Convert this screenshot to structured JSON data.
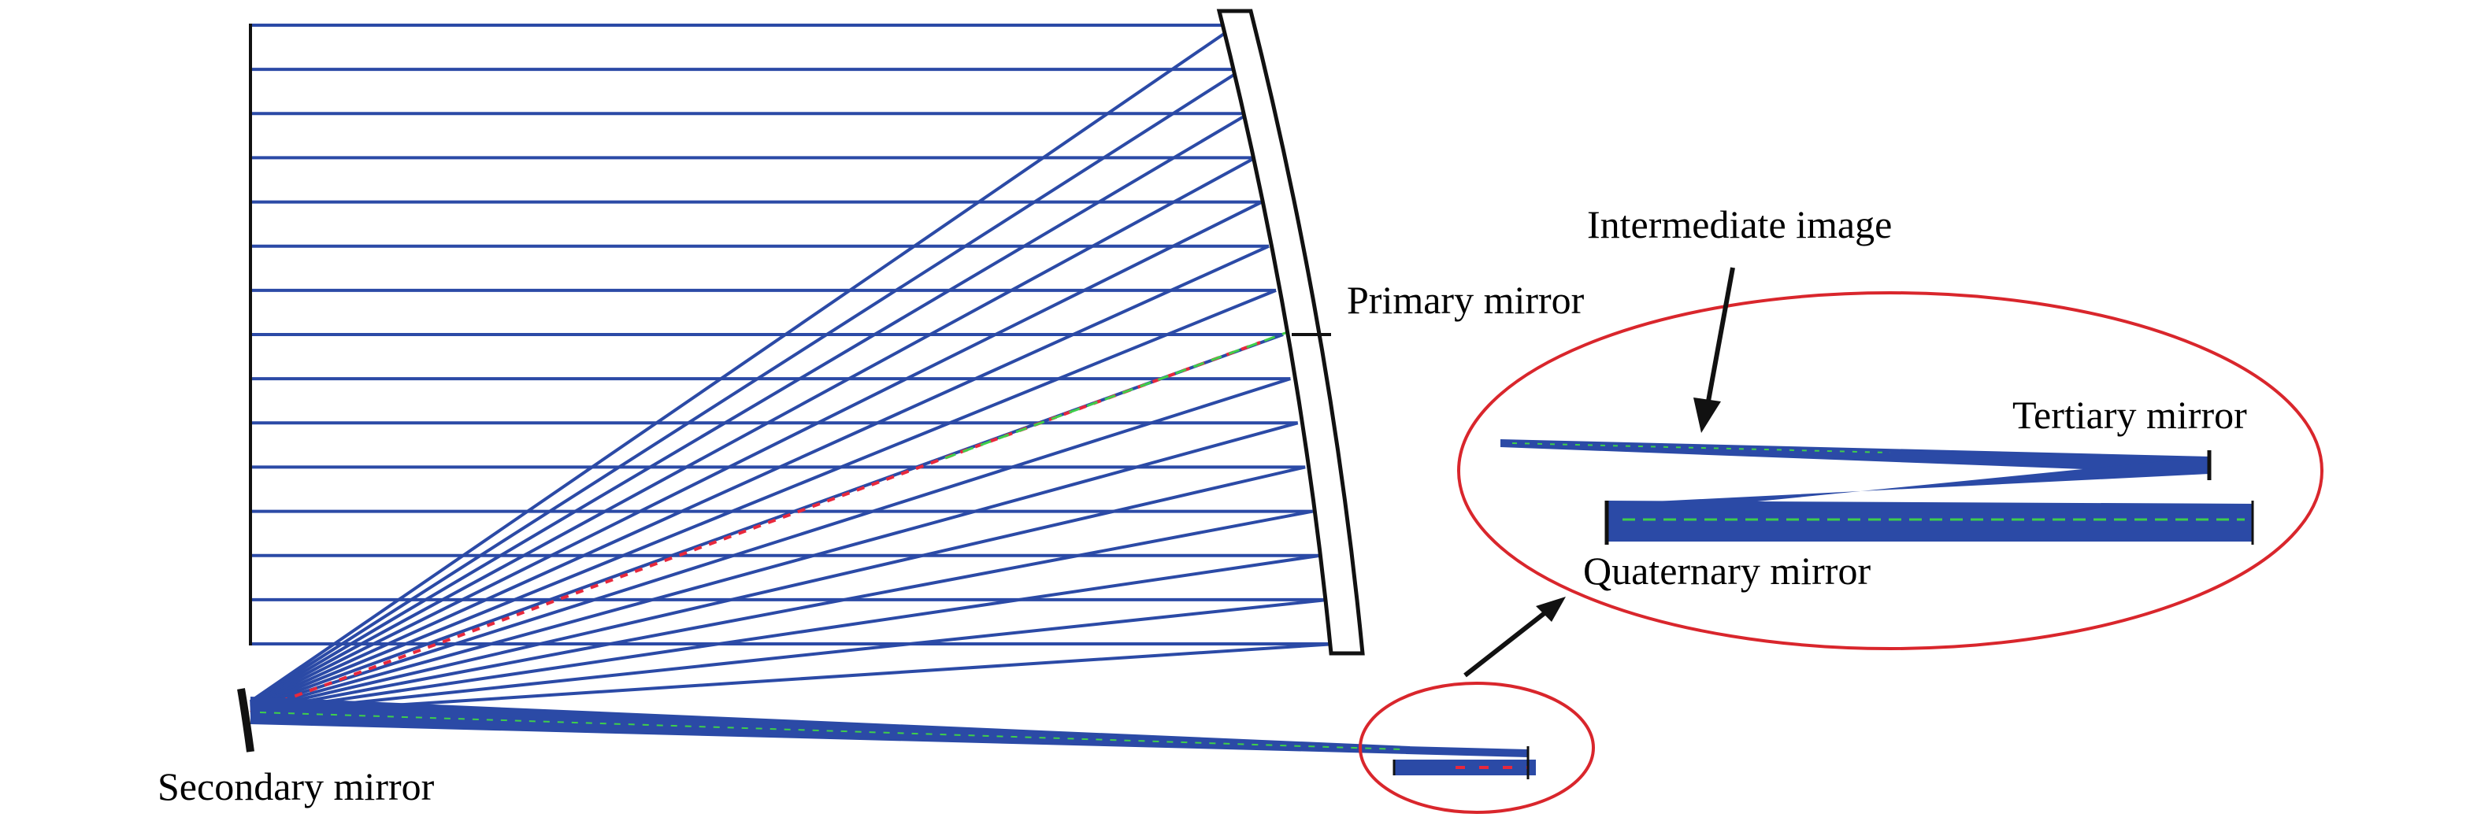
{
  "labels": {
    "primary": "Primary mirror",
    "secondary": "Secondary mirror",
    "tertiary": "Tertiary mirror",
    "quaternary": "Quaternary mirror",
    "intermediate": "Intermediate image"
  },
  "colors": {
    "ray": "#2b4aa6",
    "mirror_outline": "#111111",
    "highlight_circle": "#d9262c",
    "arrow": "#111111",
    "chief_ray_red": "#e8283c",
    "chief_ray_green": "#3fcf4a"
  },
  "ray_count": 15
}
